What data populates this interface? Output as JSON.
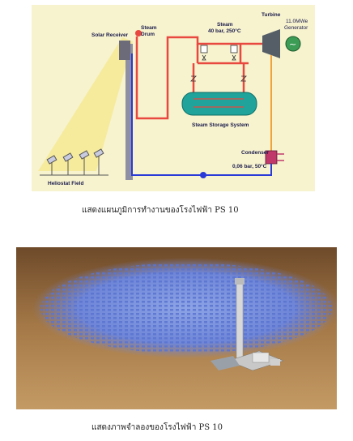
{
  "diagram": {
    "labels": {
      "solar_receiver": "Solar Receiver",
      "steam_drum_1": "Steam",
      "steam_drum_2": "Drum",
      "steam_1": "Steam",
      "steam_2": "40 bar, 250°C",
      "turbine": "Turbine",
      "generator_1": "11.0MWe",
      "generator_2": "Generator",
      "storage": "Steam Storage System",
      "condenser_1": "Condenser",
      "condenser_2": "0,06 bar, 50°C",
      "heliostat": "Heliostat Field"
    },
    "colors": {
      "background": "#f7f3cf",
      "steam_line": "#e8483f",
      "condensate_line": "#2a3ad8",
      "feed_line": "#f0a33a",
      "storage_tank": "#1fa39a",
      "tower": "#8f8fa3",
      "light_beam": "#f6ea9a",
      "condenser": "#c0386a",
      "generator": "#3c9c55"
    }
  },
  "captions": {
    "diagram": "แสดงแผนภูมิการทำงานของโรงไฟฟ้า PS 10",
    "photo": "แสดงภาพจำลองของโรงไฟฟ้า PS 10"
  }
}
